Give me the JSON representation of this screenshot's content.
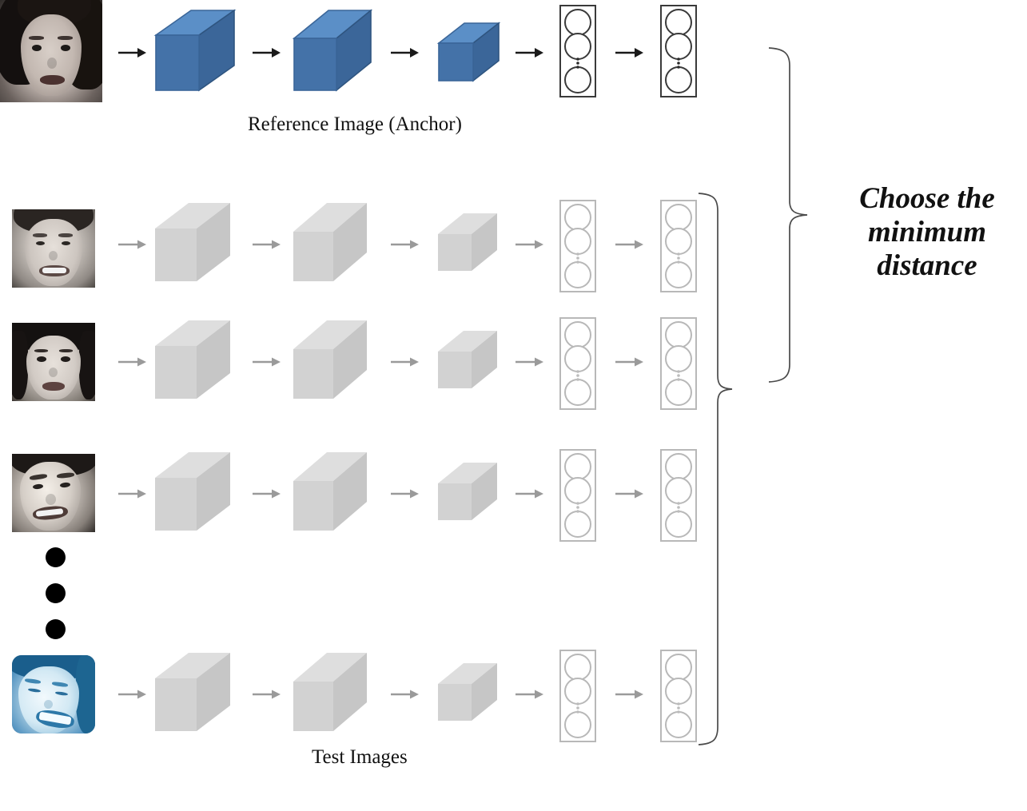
{
  "diagram": {
    "title_anchor": "Reference Image (Anchor)",
    "title_test": "Test Images",
    "decision_text": "Choose the minimum distance",
    "colors": {
      "cube_blue_front": "#4472A8",
      "cube_blue_top": "#5B8FC7",
      "cube_blue_side": "#3B6699",
      "cube_gray_front": "#D2D2D2",
      "cube_gray_top": "#DEDEDE",
      "cube_gray_side": "#C6C6C6",
      "arrow_dark": "#1a1a1a",
      "arrow_gray": "#9a9a9a",
      "fc_border_dark": "#3a3a3a",
      "fc_border_gray": "#b8b8b8",
      "brace": "#4a4a4a",
      "tint_blue": "#2f7fb5"
    },
    "rows": [
      {
        "id": "anchor-row",
        "kind": "anchor",
        "image_name": "reference-face-grayscale",
        "stages": [
          "conv-block-1",
          "conv-block-2",
          "conv-block-3",
          "fc-layer-1",
          "fc-layer-2"
        ]
      },
      {
        "id": "test-row-1",
        "kind": "test",
        "image_name": "test-face-1-grayscale",
        "stages": [
          "conv-block-1",
          "conv-block-2",
          "conv-block-3",
          "fc-layer-1",
          "fc-layer-2"
        ]
      },
      {
        "id": "test-row-2",
        "kind": "test",
        "image_name": "test-face-2-grayscale",
        "stages": [
          "conv-block-1",
          "conv-block-2",
          "conv-block-3",
          "fc-layer-1",
          "fc-layer-2"
        ]
      },
      {
        "id": "test-row-3",
        "kind": "test",
        "image_name": "test-face-3-grayscale",
        "stages": [
          "conv-block-1",
          "conv-block-2",
          "conv-block-3",
          "fc-layer-1",
          "fc-layer-2"
        ]
      },
      {
        "id": "test-row-n",
        "kind": "test",
        "image_name": "test-face-n-blue-tinted",
        "stages": [
          "conv-block-1",
          "conv-block-2",
          "conv-block-3",
          "fc-layer-1",
          "fc-layer-2"
        ]
      }
    ],
    "ellipsis": {
      "name": "vertical-ellipsis-dots",
      "count": 3
    },
    "fc_layer": {
      "neuron_count_visible": 3,
      "has_vertical_ellipsis": true
    }
  }
}
